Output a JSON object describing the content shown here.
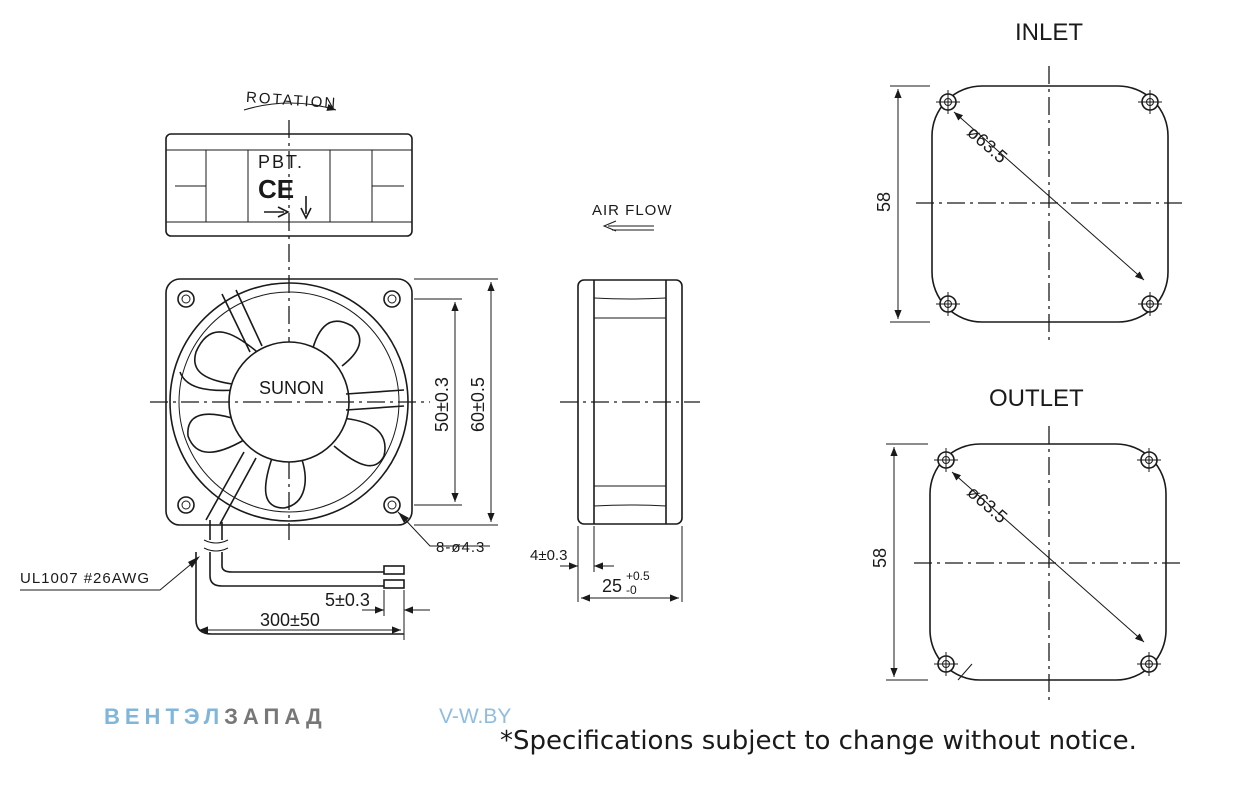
{
  "labels": {
    "rotation": "ROTATION",
    "material": "PBT.",
    "ce_mark": "CE",
    "brand": "SUNON",
    "air_flow": "AIR FLOW",
    "inlet": "INLET",
    "outlet": "OUTLET",
    "wire_spec": "UL1007  #26AWG",
    "holes": "8-ø4.3"
  },
  "dimensions": {
    "hole_pitch": "50±0.3",
    "frame_size": "60±0.5",
    "wire_strip": "5±0.3",
    "wire_length": "300±50",
    "flange_thickness": "4±0.3",
    "depth_base": "25",
    "depth_tol_plus": "+0.5",
    "depth_tol_minus": "-0",
    "inlet_width": "58",
    "inlet_diameter": "ø63.5",
    "outlet_width": "58",
    "outlet_diameter": "ø63.5"
  },
  "watermark": {
    "brand_blue": "ВЕНТЭЛ",
    "brand_gray": "ЗАПАД",
    "site": "V-W.BY"
  },
  "notice": "*Specifications subject to change without notice."
}
